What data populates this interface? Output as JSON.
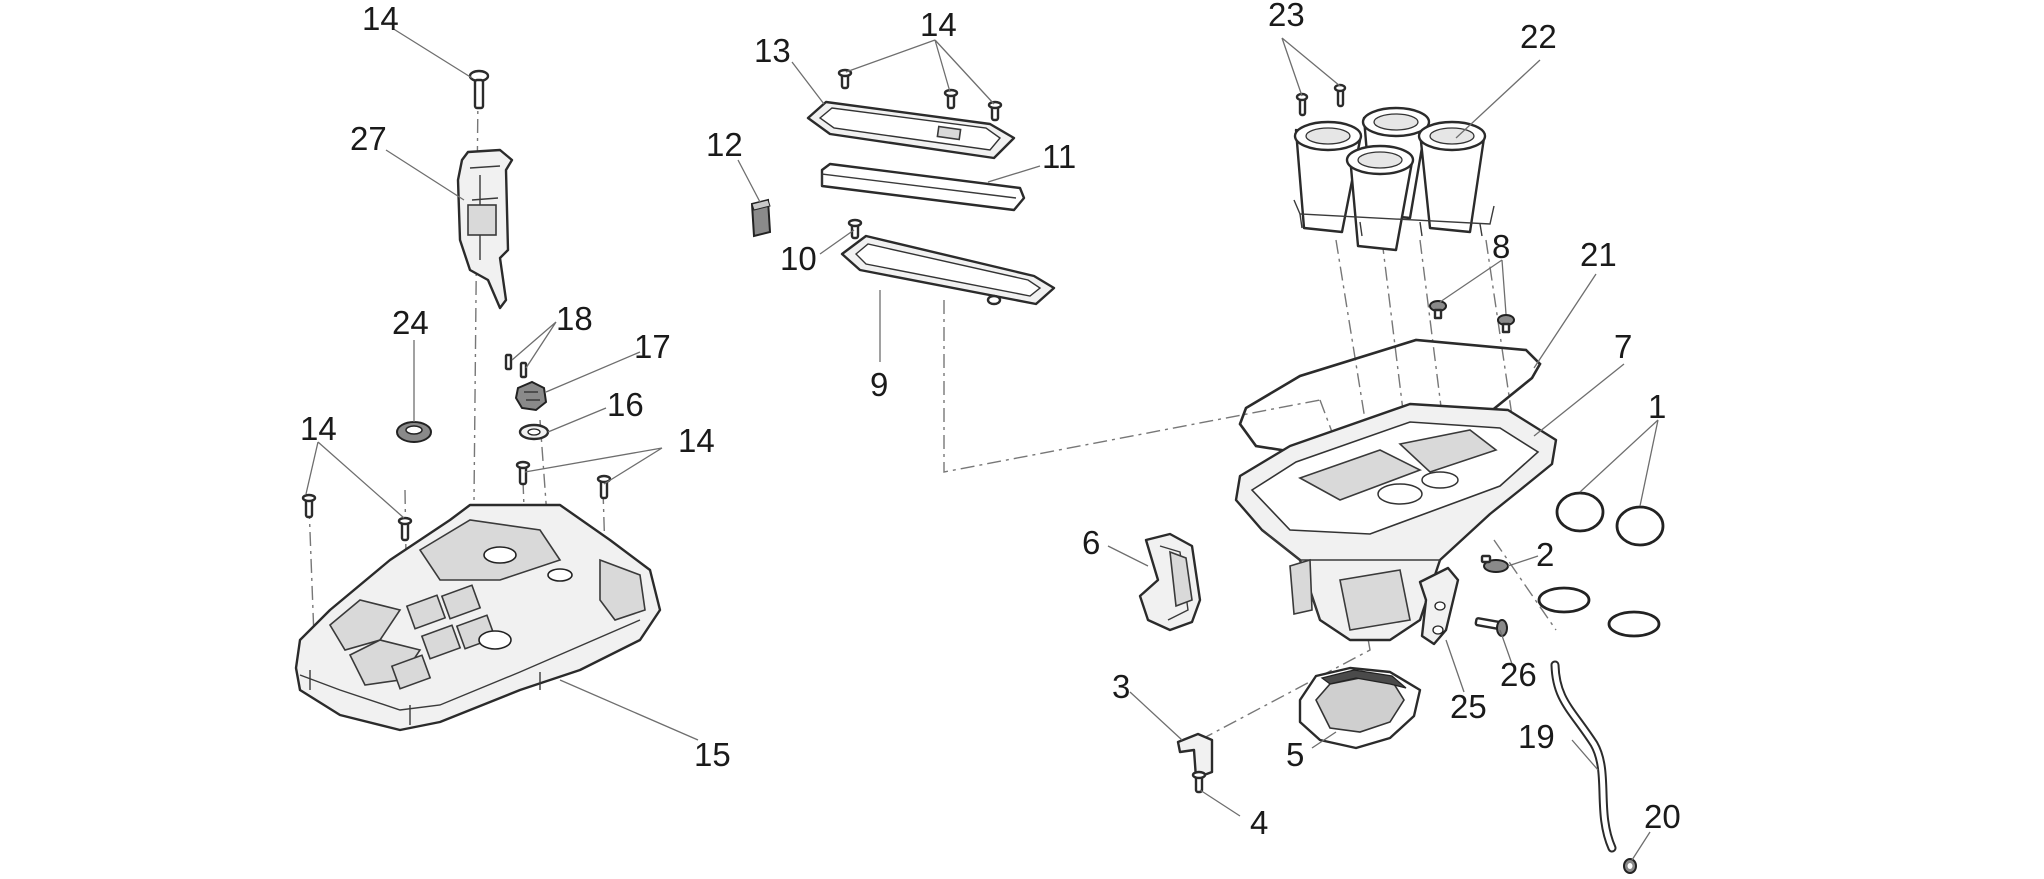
{
  "callouts": {
    "c1": "1",
    "c2": "2",
    "c3": "3",
    "c4": "4",
    "c5": "5",
    "c6": "6",
    "c7": "7",
    "c8": "8",
    "c9": "9",
    "c10": "10",
    "c11": "11",
    "c12": "12",
    "c13": "13",
    "c14a": "14",
    "c14b": "14",
    "c14c": "14",
    "c14d": "14",
    "c15": "15",
    "c16": "16",
    "c17": "17",
    "c18": "18",
    "c19": "19",
    "c20": "20",
    "c21": "21",
    "c22": "22",
    "c23": "23",
    "c24": "24",
    "c25": "25",
    "c26": "26",
    "c27": "27"
  }
}
